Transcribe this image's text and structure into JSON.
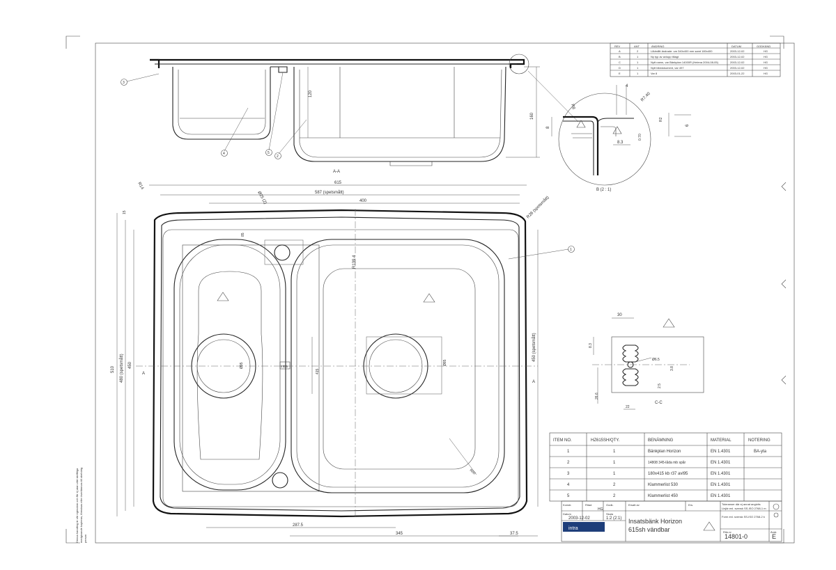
{
  "section_aa": {
    "label": "A-A",
    "dim_height_120": "120",
    "dim_height_160": "160",
    "balloon_3": "3",
    "balloon_4": "4",
    "balloon_5": "5",
    "balloon_2": "2"
  },
  "detail_b": {
    "label": "B (2 : 1)",
    "dim_4": "4",
    "dim_r740": "R7.40",
    "dim_r8": "R8",
    "dim_8": "8",
    "dim_r2": "R2",
    "dim_6": "6",
    "dim_070": "0.70",
    "dim_83": "8.3"
  },
  "plan": {
    "dim_615": "615",
    "dim_587": "587 (spetsmått)",
    "dim_400": "400",
    "dim_r14": "R14",
    "dim_r8_spets": "R28 (spetsmått)",
    "dim_r139": "R139.4",
    "dim_25": "Ø25 (2)",
    "dim_85": "85",
    "dim_15": "15",
    "dim_510": "510",
    "dim_480": "480 (spetsmått)",
    "dim_450": "450",
    "dim_450_right": "450 (spetsmått)",
    "dim_415": "415",
    "dim_d95": "Ø95",
    "dim_d85": "Ø85",
    "dim_r80": "R80",
    "dim_2875": "287.5",
    "dim_345": "345",
    "dim_375": "37.5",
    "section_a": "A",
    "balloon_1": "1",
    "brand_mark": "intra"
  },
  "detail_cc": {
    "label": "C-C",
    "dim_30": "30",
    "dim_83": "8.3",
    "dim_65": "Ø6.5",
    "dim_38": "3.8",
    "dim_25": "2.5",
    "dim_266": "26.6",
    "dim_22": "22"
  },
  "revision_table": {
    "headers": [
      "REV",
      "ANT",
      "ÄNDRING",
      "DATUM",
      "GODKÄND"
    ],
    "rows": [
      [
        "A",
        "2",
        "Lådmått ändrade: var 340x400 mm samt 180x400",
        "2003-12-02",
        "HG"
      ],
      [
        "B",
        "1",
        "Ny typ av avlopp tillagt",
        "2003-12-02",
        "HG"
      ],
      [
        "C",
        "1",
        "Nytt namn, var Bänkplan 14000R (Helena 2004-08-05)",
        "2003-12-02",
        "HG"
      ],
      [
        "D",
        "1",
        "Nytt bilddokument, var 497",
        "2003-12-02",
        "HG"
      ],
      [
        "E",
        "1",
        "Var 8",
        "2003-01-22",
        "HG"
      ]
    ]
  },
  "parts_list": {
    "headers": [
      "ITEM NO.",
      "HZ615SH/QTY.",
      "BENÄMNING",
      "MATERIAL",
      "NOTERING"
    ],
    "rows": [
      [
        "1",
        "1",
        "Bänkplan Horizon",
        "EN 1.4301",
        "BA-yta"
      ],
      [
        "2",
        "1",
        "14808 345-låda mb spår",
        "EN 1.4301",
        ""
      ],
      [
        "3",
        "1",
        "180x415 kb r37 avl95",
        "EN 1.4301",
        ""
      ],
      [
        "4",
        "2",
        "Klammerlist 530",
        "EN 1.4301",
        ""
      ],
      [
        "5",
        "2",
        "Klammerlist 450",
        "EN 1.4301",
        ""
      ]
    ]
  },
  "title_block": {
    "konstr_label": "Konstr.",
    "ritad_label": "Ritad",
    "godk_label": "Godk.",
    "ersatt_av_label": "Ersatt av",
    "ers_label": "Ers.",
    "ritad_value": "HG",
    "datum_label": "Datum",
    "skala_label": "Skala",
    "date": "2003-12-02",
    "scale": "1:2 (2:1)",
    "company": "intra",
    "title_line1": "Insatsbänk Horizon",
    "title_line2": "615sh vändbar",
    "ritn_label": "Ritn.nr",
    "drawing_no": "14801-0",
    "andr_label": "Ändr.",
    "revision": "E",
    "tolerance_note1": "Toleranser där ej annat angivits",
    "tolerance_note2": "Linjär enl. svensk SS-ISO 2768-1 m",
    "tolerance_note3": "Form enl. svensk SS-ISO 2768-2 k"
  },
  "side_note": {
    "line1": "Denna handling är vår egendom och får ej utan vårt skriftliga",
    "line2": "medgivande kopieras, förevisas eller överlämnas till obehörig",
    "line3": "person"
  }
}
